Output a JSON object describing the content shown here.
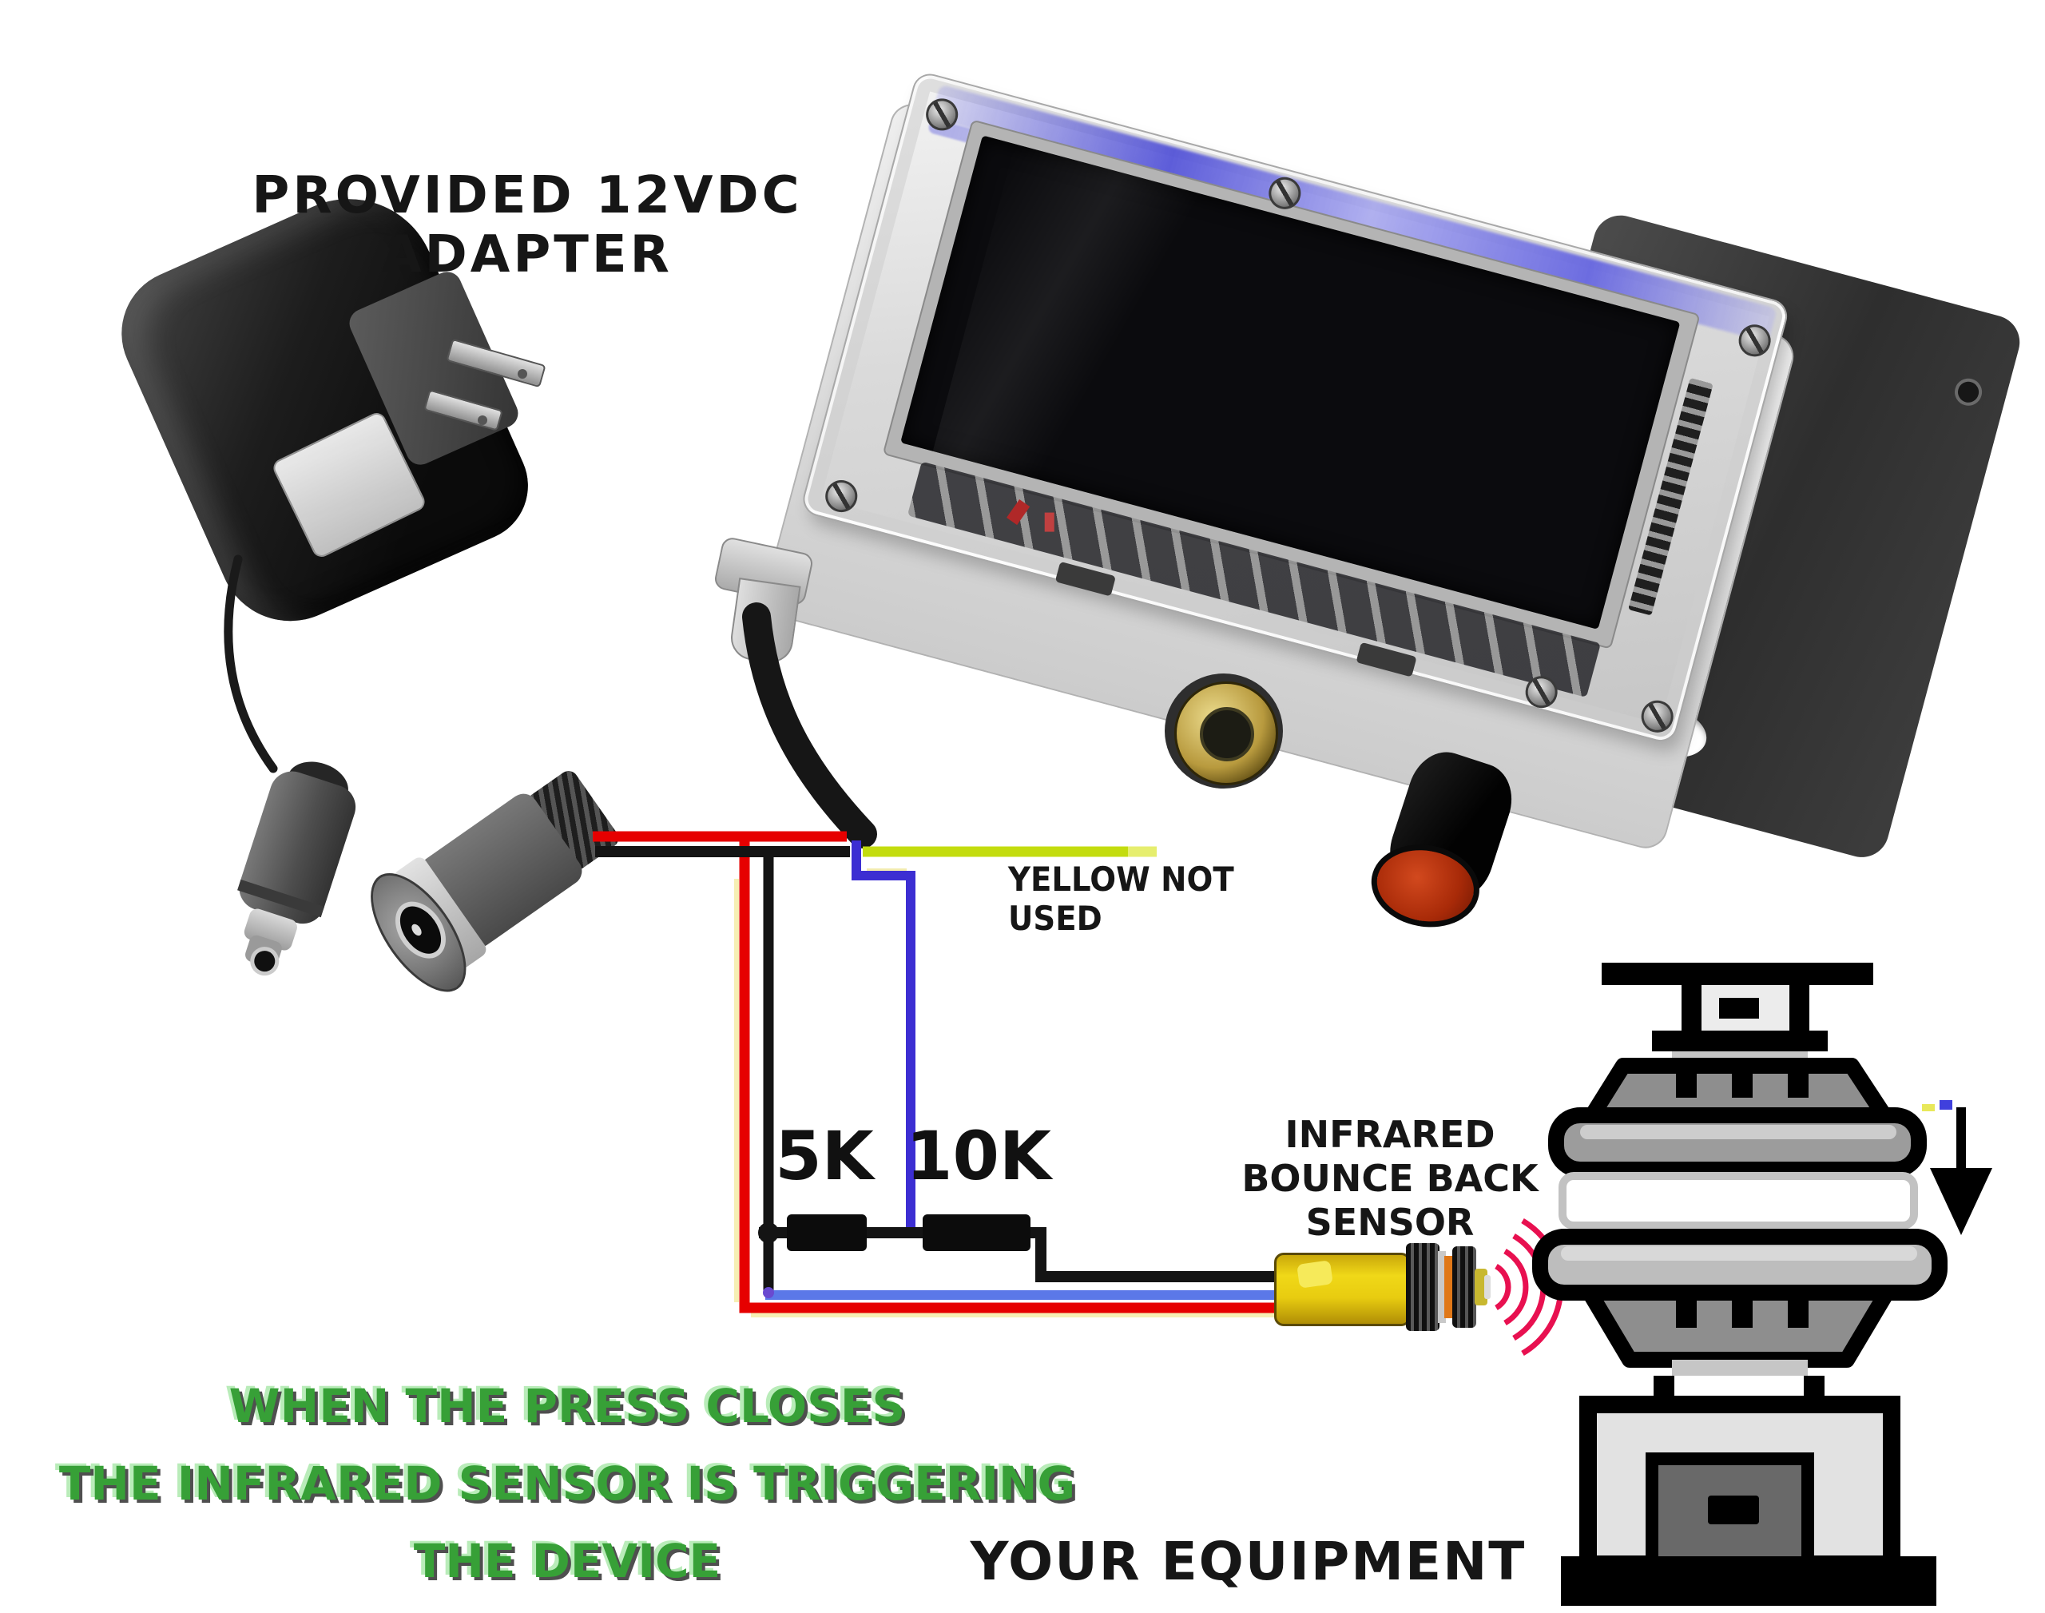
{
  "labels": {
    "adapter": "PROVIDED 12VDC ADAPTER",
    "yellow_note": "YELLOW NOT USED",
    "resistor_1": "5K",
    "resistor_2": "10K",
    "sensor_line1": "INFRARED",
    "sensor_line2": "BOUNCE BACK",
    "sensor_line3": "SENSOR",
    "caption_line1": "WHEN THE PRESS CLOSES",
    "caption_line2": "THE INFRARED SENSOR IS TRIGGERING",
    "caption_line3": "THE DEVICE",
    "equipment": "YOUR EQUIPMENT"
  },
  "colors": {
    "c_red": "#e60000",
    "c_black": "#141414",
    "c_blue_dark": "#3c2ed2",
    "c_blue_light": "#5b78e8",
    "c_yellow": "#c3dc0e",
    "c_arc": "#e81050",
    "c_green": "#37a037",
    "c_sensor_yellow": "#e8cc10",
    "c_pale": "#f6efb4"
  }
}
